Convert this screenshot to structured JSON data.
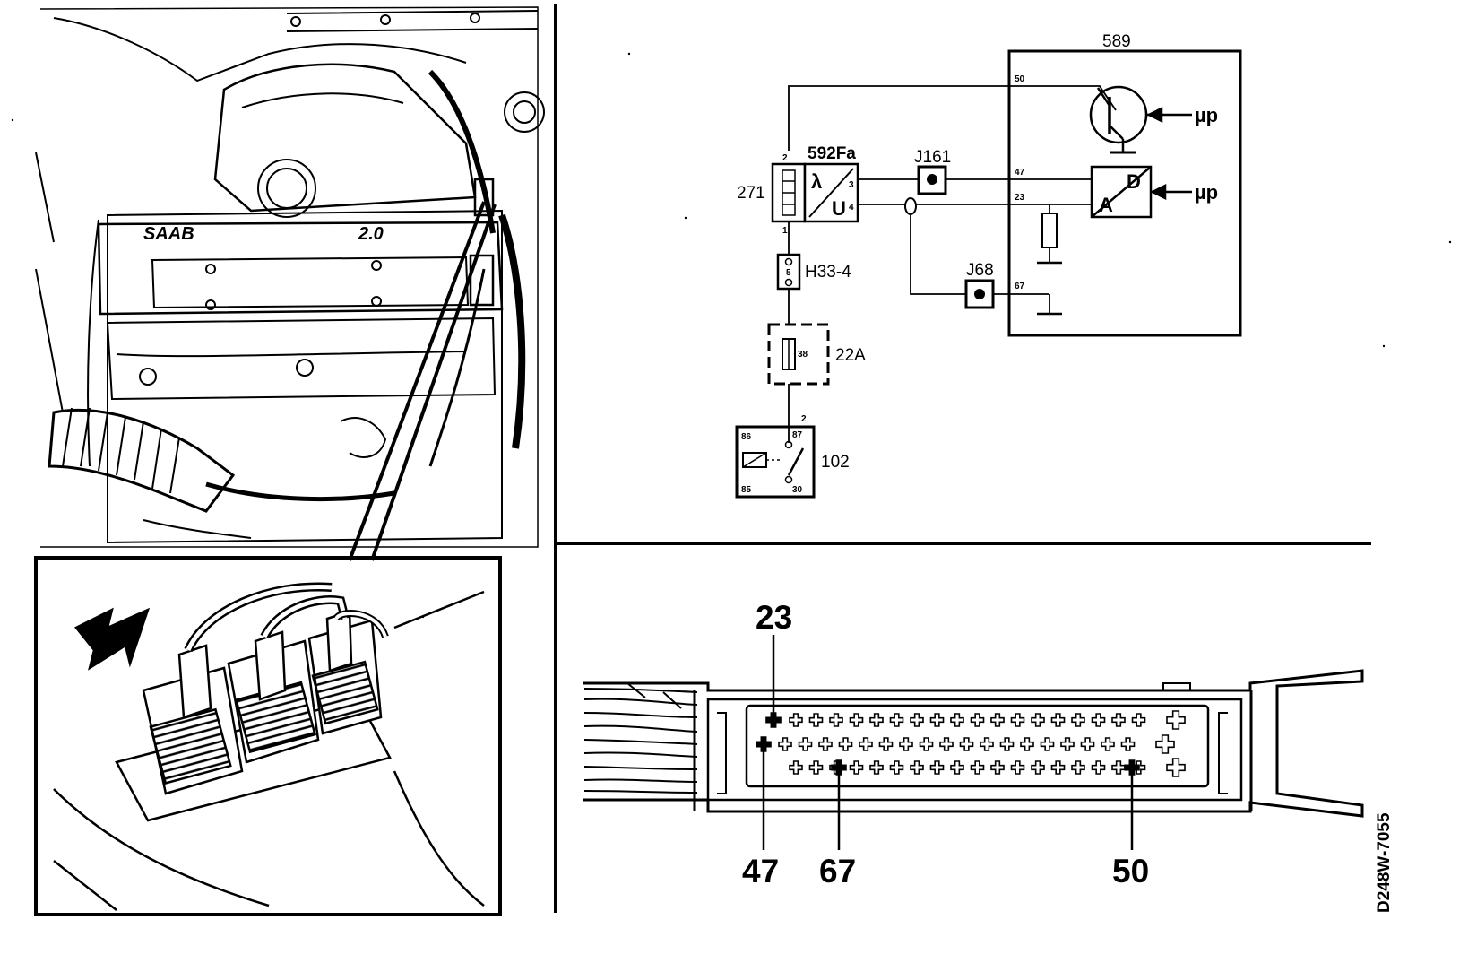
{
  "engine_photo": {
    "badge_brand": "SAAB",
    "badge_displacement": "2.0"
  },
  "circuit": {
    "ecu": {
      "label": "589",
      "pin_50": "50",
      "pin_47": "47",
      "pin_23": "23",
      "pin_67": "67",
      "output": "µp",
      "adc_d": "D",
      "adc_a": "A"
    },
    "sensor": {
      "label": "271",
      "pin_top": "2",
      "pin_bottom": "1"
    },
    "lambda_probe": {
      "label": "592Fa",
      "lambda_symbol": "λ",
      "u_symbol": "U",
      "pin_3": "3",
      "pin_4": "4"
    },
    "connector_j161": "J161",
    "connector_j68": "J68",
    "connector_h33": {
      "label": "H33-4",
      "pin": "5"
    },
    "fuse": {
      "label": "22A",
      "pin": "38"
    },
    "relay": {
      "label": "102",
      "pin_86": "86",
      "pin_87": "87",
      "pin_85": "85",
      "pin_30": "30",
      "pin_2": "2"
    }
  },
  "ecu_connector": {
    "pins_top": [
      "23"
    ],
    "pins_bottom": [
      "47",
      "67",
      "50"
    ]
  },
  "figure_code": "D248W-7055"
}
